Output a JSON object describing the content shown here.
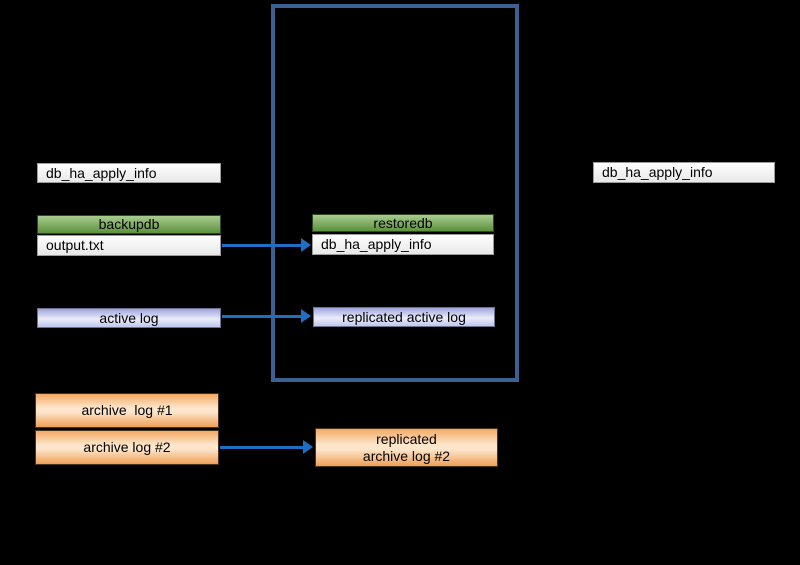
{
  "colors": {
    "background": "#000000",
    "container_border": "#3A6191",
    "arrow": "#1E6FC4",
    "box_text": "#000000",
    "white_box_top": "#FEFEFE",
    "white_box_bottom": "#E8E8E8",
    "white_box_border": "#9C9C9C",
    "green_box_top": "#A9CC8F",
    "green_box_bottom": "#5C913E",
    "green_box_border": "#2E4A1E",
    "lavender_box_top": "#9FA4DC",
    "lavender_box_mid": "#EAECF9",
    "lavender_box_bottom": "#C2C7EE",
    "lavender_box_border": "#6E7291",
    "orange_box_top": "#F3A963",
    "orange_box_mid": "#FDE6CB",
    "orange_box_bottom": "#EF9F56",
    "orange_box_border": "#4A3418"
  },
  "master": {
    "db_ha_apply_info_label": "db_ha_apply_info",
    "backupdb_label": "backupdb",
    "output_txt_label": "output.txt",
    "active_log_label": "active log",
    "archive_log_1_label": "archive  log #1",
    "archive_log_2_label": "archive log #2"
  },
  "slave": {
    "restoredb_label": "restoredb",
    "db_ha_apply_info_label": "db_ha_apply_info",
    "replicated_active_log_label": "replicated active log",
    "replicated_archive_log_2_label": "replicated\narchive log #2"
  },
  "right": {
    "db_ha_apply_info_label": "db_ha_apply_info"
  }
}
